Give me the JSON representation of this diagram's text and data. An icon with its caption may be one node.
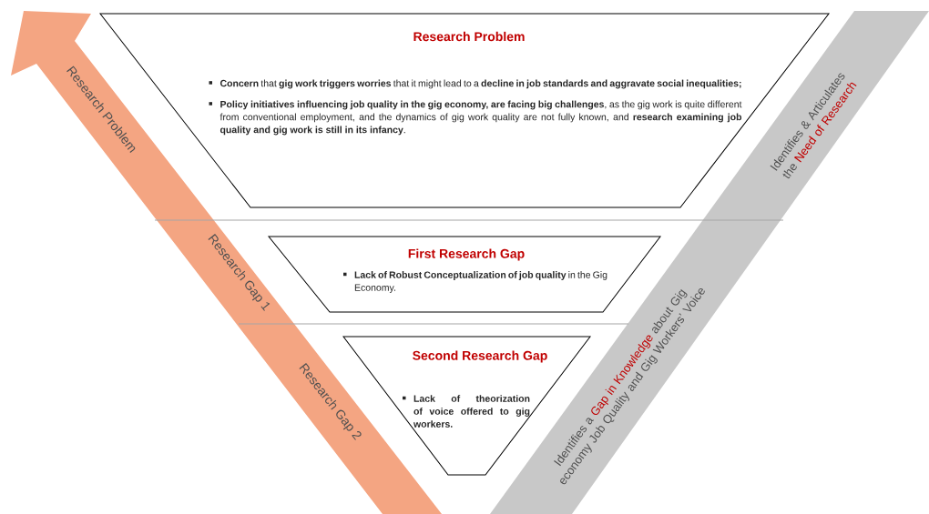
{
  "diagram": {
    "nodes": [
      {
        "text": [
          "Research Problem",
          "**Concern** that **gig work triggers worries** that it might lead to a **decline in job standards and aggravate social inequalities;**",
          "**Policy initiatives influencing job quality in the gig economy, are facing big challenges**, as the gig work is quite different from conventional employment, and the dynamics of gig work quality are not fully known, and **research examining job quality and gig work is still in its infancy**."
        ]
      },
      {
        "text": [
          "First Research Gap",
          "**Lack of Robust Conceptualization of job quality** in the Gig Economy."
        ]
      },
      {
        "text": [
          "Second Research Gap",
          "**Lack of theorization of voice offered to gig workers.**"
        ]
      }
    ],
    "labels": [
      "Research Problem",
      "Research Gap 1",
      "Research Gap 2",
      "Identifies & Articulates the",
      "Need of Research",
      "Identifies a",
      "Gap in Knowledge",
      "about Gig economy Job Quality and Gig Workers’ Voice"
    ]
  }
}
